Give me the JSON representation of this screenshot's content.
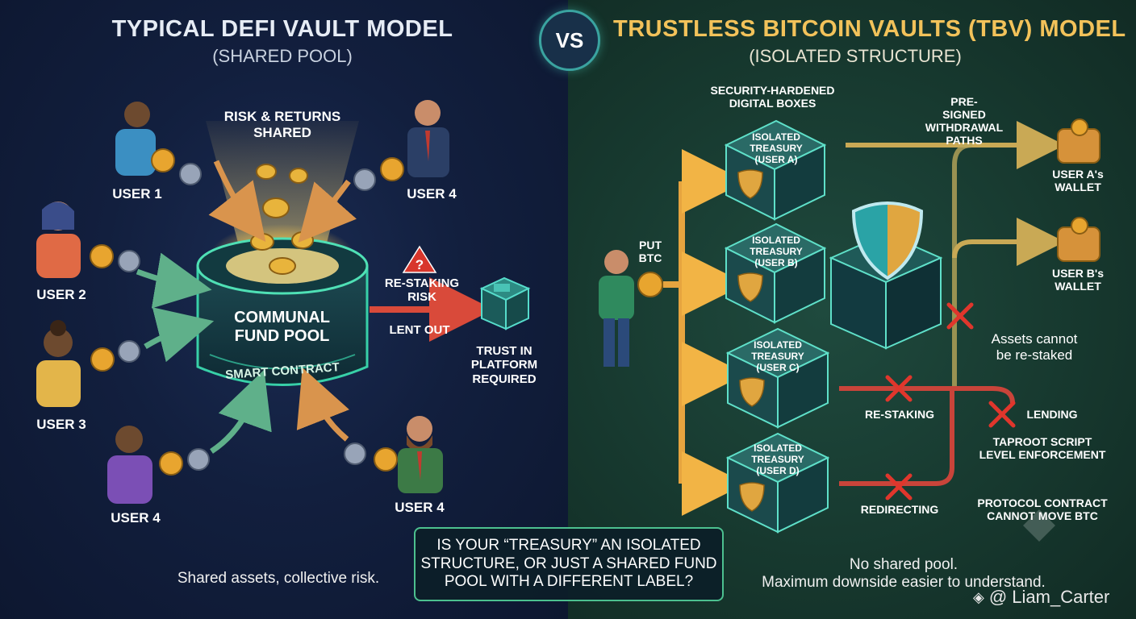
{
  "vs": "VS",
  "left": {
    "title": "TYPICAL DEFI VAULT MODEL",
    "subtitle": "(SHARED POOL)",
    "risk_shared": "RISK & RETURNS\nSHARED",
    "pool_label": "COMMUNAL\nFUND POOL",
    "smart_contract": "SMART CONTRACT",
    "restaking_risk": "RE-STAKING\nRISK",
    "lent_out": "LENT OUT",
    "trust_platform": "TRUST IN\nPLATFORM\nREQUIRED",
    "users": [
      "USER 1",
      "USER 4",
      "USER 2",
      "USER 3",
      "USER 4",
      "USER 4"
    ],
    "footer": "Shared assets, collective risk."
  },
  "question": "IS YOUR “TREASURY” AN ISOLATED\nSTRUCTURE, OR JUST A SHARED FUND\nPOOL WITH A DIFFERENT LABEL?",
  "right": {
    "title": "TRUSTLESS BITCOIN VAULTS (TBV) MODEL",
    "subtitle": "(ISOLATED STRUCTURE)",
    "boxes_label": "SECURITY-HARDENED\nDIGITAL BOXES",
    "presigned": "PRE-\nSIGNED\nWITHDRAWAL\nPATHS",
    "put_btc": "PUT\nBTC",
    "treasuries": [
      "ISOLATED\nTREASURY\n(USER A)",
      "ISOLATED\nTREASURY\n(USER B)",
      "ISOLATED\nTREASURY\n(USER C)",
      "ISOLATED\nTREASURY\n(USER D)"
    ],
    "wallet_a": "USER A's\nWALLET",
    "wallet_b": "USER B's\nWALLET",
    "cannot_restake": "Assets cannot\nbe re-staked",
    "restaking": "RE-STAKING",
    "lending": "LENDING",
    "taproot": "TAPROOT SCRIPT\nLEVEL ENFORCEMENT",
    "redirecting": "REDIRECTING",
    "protocol_contract": "PROTOCOL CONTRACT\nCANNOT MOVE BTC",
    "footer": "No shared pool.\nMaximum downside easier to understand."
  },
  "watermark": "@ Liam_Carter"
}
